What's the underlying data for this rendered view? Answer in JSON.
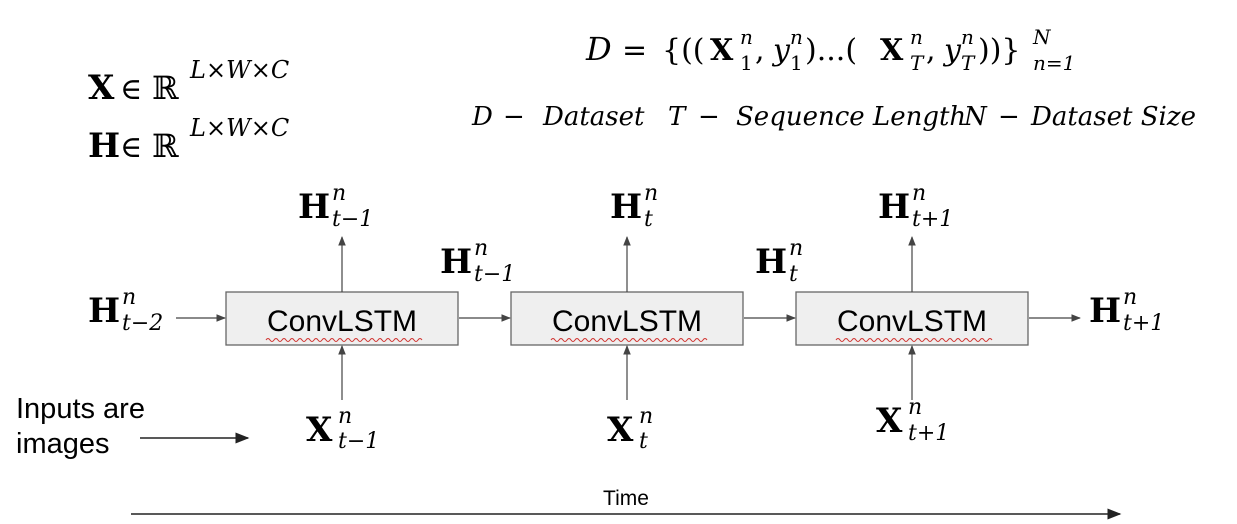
{
  "math": {
    "X_def": {
      "base": "X",
      "rel": "∈",
      "set": "ℝ",
      "sup": "L×W×C"
    },
    "H_def": {
      "base": "H",
      "rel": "∈",
      "set": "ℝ",
      "sup": "L×W×C"
    },
    "dataset_formula": {
      "lhs": "D",
      "eq": "=",
      "open": "{((",
      "x1": "X",
      "x1_sub": "1",
      "x1_sup": "n",
      "comma1": ",",
      "y1": "y",
      "y1_sub": "1",
      "y1_sup": "n",
      "mid": ")...(",
      "xT": "X",
      "xT_sub": "T",
      "xT_sup": "n",
      "comma2": ",",
      "yT": "y",
      "yT_sub": "T",
      "yT_sup": "n",
      "close": "))}",
      "outer_sup": "N",
      "outer_sub": "n=1"
    },
    "legend": {
      "D": "D",
      "D_label": "Dataset",
      "T": "T",
      "T_label": "Sequence Length",
      "N": "N",
      "N_label": "Dataset Size",
      "dash": "−"
    }
  },
  "cells": [
    {
      "label": "ConvLSTM",
      "out_sub": "t−1",
      "in_sub": "t−1"
    },
    {
      "label": "ConvLSTM",
      "out_sub": "t",
      "in_sub": "t"
    },
    {
      "label": "ConvLSTM",
      "out_sub": "t+1",
      "in_sub": "t+1"
    }
  ],
  "hidden_flow": {
    "initial_sub": "t−2",
    "between_1_2_sub": "t−1",
    "between_2_3_sub": "t",
    "final_sub": "t+1"
  },
  "symbols": {
    "H": "H",
    "X": "X",
    "n": "n"
  },
  "note": {
    "line1": "Inputs are",
    "line2": "images"
  },
  "time_label": "Time"
}
